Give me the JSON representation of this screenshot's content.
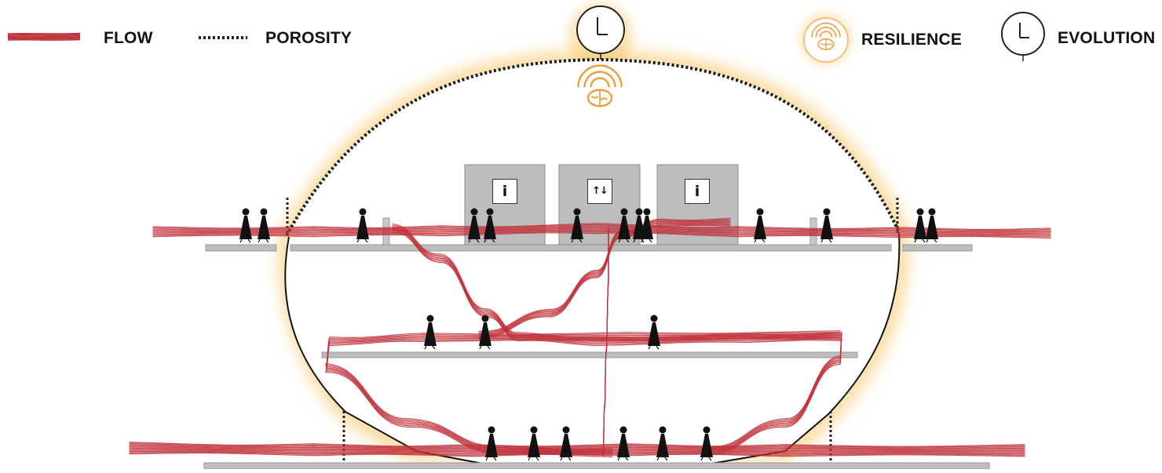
{
  "legend": {
    "flow_label": "FLOW",
    "porosity_label": "POROSITY",
    "resilience_label": "RESILIENCE",
    "evolution_label": "EVOLUTION"
  },
  "booths": [
    {
      "glyph": "i",
      "meaning": "information-icon"
    },
    {
      "glyph": "↑↓",
      "meaning": "vertical-circulation-icon"
    },
    {
      "glyph": "i",
      "meaning": "information-icon"
    }
  ],
  "colors": {
    "flow": "#c0303a",
    "porosity": "#222222",
    "glow": "#f5b63c",
    "resilience": "#ef9a35",
    "booth": "#bdbdbd",
    "slab": "#bdbdbd",
    "figure": "#111111"
  },
  "icons": [
    "clock-icon",
    "brain-signal-icon",
    "person-icon",
    "information-icon",
    "vertical-circulation-icon"
  ]
}
